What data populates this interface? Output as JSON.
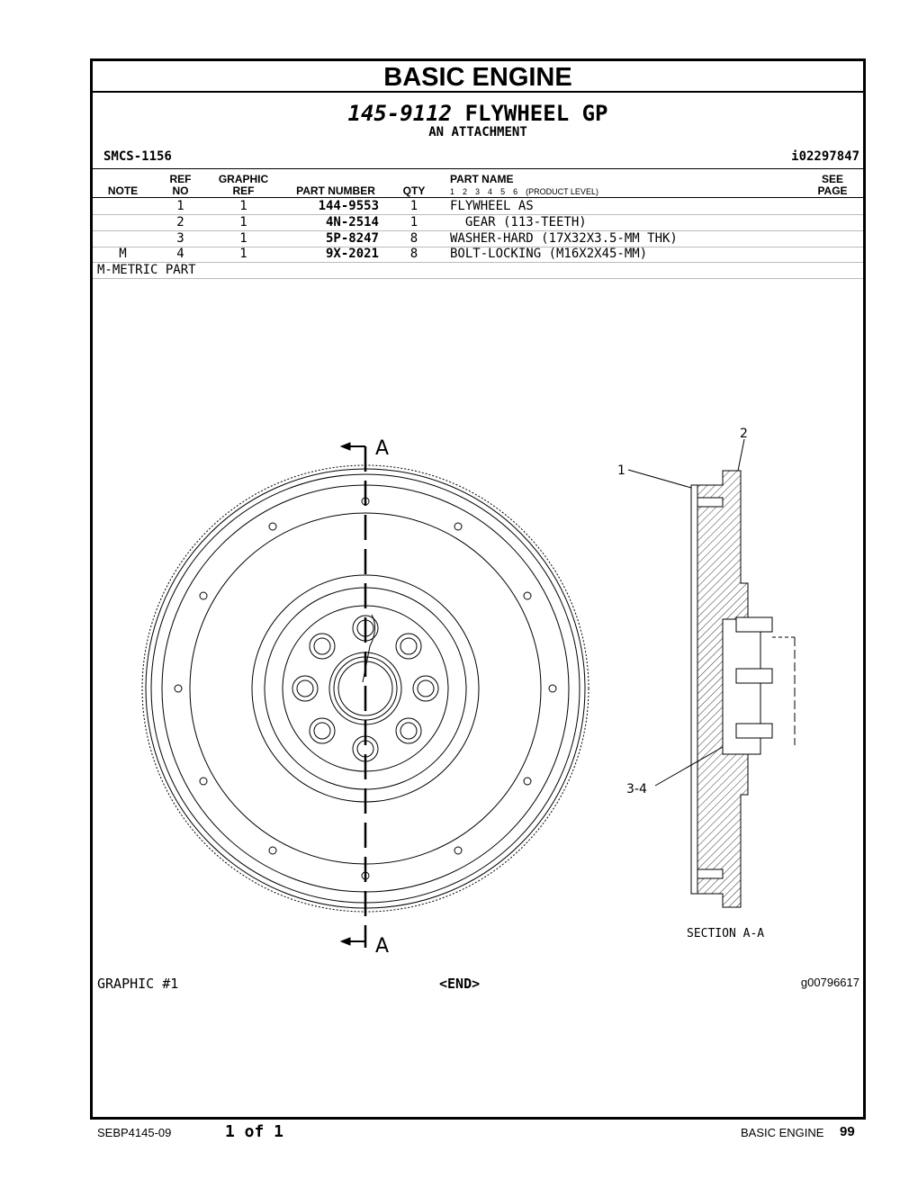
{
  "header": {
    "section_title": "BASIC ENGINE",
    "group_number": "145-9112",
    "group_name": "FLYWHEEL GP",
    "subtitle": "AN ATTACHMENT",
    "smcs": "SMCS-1156",
    "ident": "i02297847"
  },
  "table": {
    "columns": {
      "note": "NOTE",
      "ref_no_1": "REF",
      "ref_no_2": "NO",
      "graphic_ref_1": "GRAPHIC",
      "graphic_ref_2": "REF",
      "part_number": "PART NUMBER",
      "qty": "QTY",
      "part_name": "PART NAME",
      "see_page_1": "SEE",
      "see_page_2": "PAGE"
    },
    "product_levels": [
      "1",
      "2",
      "3",
      "4",
      "5",
      "6"
    ],
    "product_level_label": "(PRODUCT LEVEL)",
    "rows": [
      {
        "note": "",
        "ref": "1",
        "graphic": "1",
        "part_number": "144-9553",
        "qty": "1",
        "name": "FLYWHEEL AS"
      },
      {
        "note": "",
        "ref": "2",
        "graphic": "1",
        "part_number": "4N-2514",
        "qty": "1",
        "name": "  GEAR (113-TEETH)"
      },
      {
        "note": "",
        "ref": "3",
        "graphic": "1",
        "part_number": "5P-8247",
        "qty": "8",
        "name": "WASHER-HARD (17X32X3.5-MM THK)"
      },
      {
        "note": "M",
        "ref": "4",
        "graphic": "1",
        "part_number": "9X-2021",
        "qty": "8",
        "name": "BOLT-LOCKING (M16X2X45-MM)"
      }
    ],
    "footnote": "M-METRIC PART"
  },
  "drawing": {
    "section_marker": "A",
    "callouts": [
      "1",
      "2",
      "3-4"
    ],
    "section_label": "SECTION A-A",
    "graphic_label": "GRAPHIC #1",
    "end_label": "<END>",
    "graphic_id": "g00796617"
  },
  "footer": {
    "doc_id": "SEBP4145-09",
    "page_of": "1 of 1",
    "section": "BASIC ENGINE",
    "page": "99"
  }
}
